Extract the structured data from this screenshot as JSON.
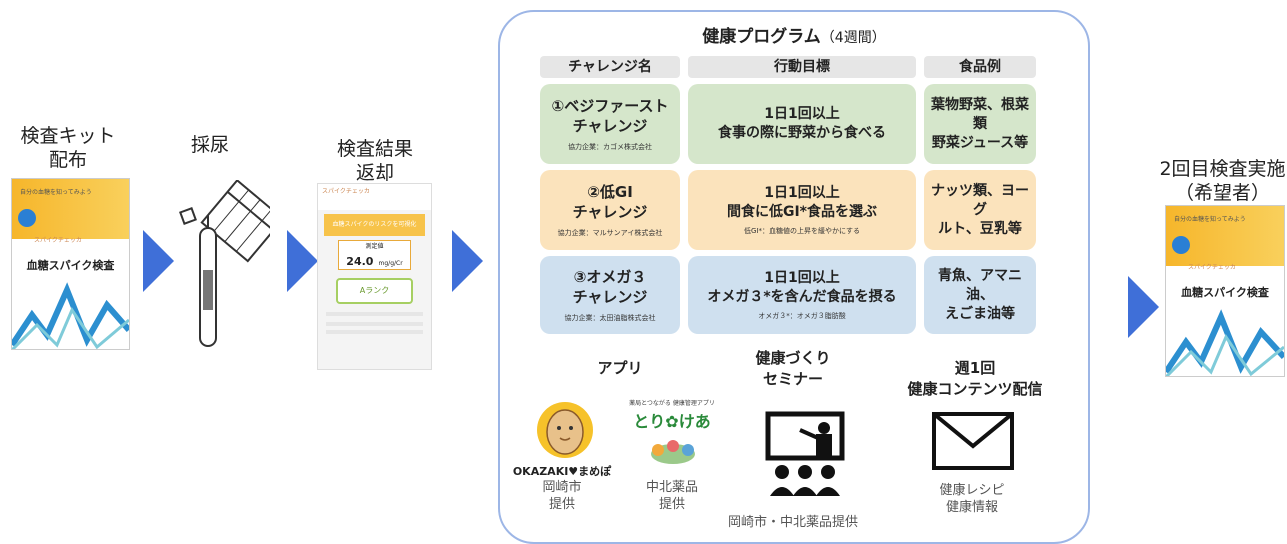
{
  "steps": {
    "kit": "検査キット\n配布",
    "urine": "採尿",
    "result": "検査結果\n返却",
    "second": "2回目検査実施\n（希望者）"
  },
  "booklet": {
    "tag": "自分の血糖を知ってみよう",
    "brand": "スパイクチェッカ",
    "title": "血糖スパイク検査"
  },
  "result_sheet": {
    "banner": "血糖スパイクのリスクを可視化",
    "label": "測定値",
    "value": "24.0",
    "unit": "mg/g/Cr",
    "rank": "Aランク"
  },
  "program": {
    "title": "健康プログラム",
    "weeks": "（4週間）",
    "headers": [
      "チャレンジ名",
      "行動目標",
      "食品例"
    ],
    "rows": [
      {
        "name": "①ベジファースト\nチャレンジ",
        "partner": "協力企業：カゴメ株式会社",
        "goal": "1日1回以上\n食事の際に野菜から食べる",
        "note": "",
        "food": "葉物野菜、根菜類\n野菜ジュース等",
        "color": "#d5e6cb"
      },
      {
        "name": "②低GI\nチャレンジ",
        "partner": "協力企業：マルサンアイ株式会社",
        "goal": "1日1回以上\n間食に低GI*食品を選ぶ",
        "note": "低GI*：血糖値の上昇を緩やかにする",
        "food": "ナッツ類、ヨーグ\nルト、豆乳等",
        "color": "#fbe3bc"
      },
      {
        "name": "③オメガ３\nチャレンジ",
        "partner": "協力企業：太田油脂株式会社",
        "goal": "1日1回以上\nオメガ３*を含んだ食品を摂る",
        "note": "オメガ３*：オメガ３脂肪酸",
        "food": "青魚、アマニ油、\nえごま油等",
        "color": "#cfe0ef"
      }
    ],
    "bottom": {
      "app": {
        "title": "アプリ",
        "okazaki_logo": "OKAZAKI♥まめぽ",
        "okazaki_caption": "岡崎市\n提供",
        "tori_top": "薬局とつながる 健康管理アプリ",
        "tori_logo": "とり✿けあ",
        "tori_caption": "中北薬品\n提供"
      },
      "seminar": {
        "title": "健康づくり\nセミナー",
        "caption": "岡崎市・中北薬品提供"
      },
      "weekly": {
        "title": "週1回\n健康コンテンツ配信",
        "caption": "健康レシピ\n健康情報"
      }
    }
  },
  "colors": {
    "arrow": "#3f6fd8",
    "frame": "#9db6e6",
    "green": "#d5e6cb",
    "orange": "#fbe3bc",
    "blue": "#cfe0ef"
  }
}
